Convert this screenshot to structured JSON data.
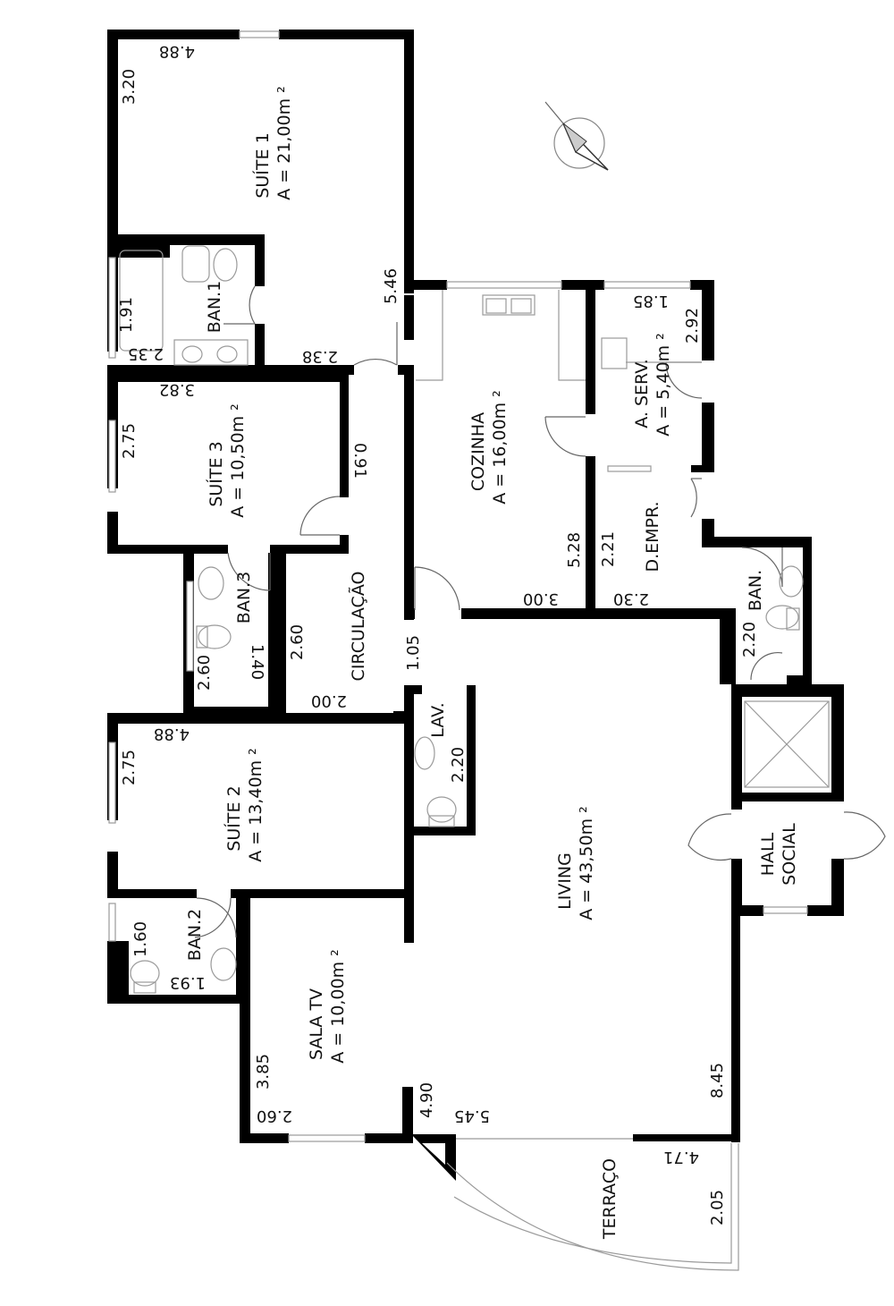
{
  "rooms": {
    "suite1": {
      "name": "SUÍTE 1",
      "area": "A = 21,00m ²"
    },
    "ban1": {
      "name": "BAN.1"
    },
    "suite3": {
      "name": "SUÍTE 3",
      "area": "A = 10,50m ²"
    },
    "ban3": {
      "name": "BAN.3"
    },
    "circulacao": {
      "name": "CIRCULAÇÃO"
    },
    "suite2": {
      "name": "SUÍTE 2",
      "area": "A = 13,40m ²"
    },
    "ban2": {
      "name": "BAN.2"
    },
    "sala_tv": {
      "name": "SALA TV",
      "area": "A = 10,00m ²"
    },
    "cozinha": {
      "name": "COZINHA",
      "area": "A = 16,00m ²"
    },
    "a_serv": {
      "name": "A. SERV.",
      "area": "A = 5,40m ²"
    },
    "d_empr": {
      "name": "D.EMPR."
    },
    "ban": {
      "name": "BAN."
    },
    "lav": {
      "name": "LAV."
    },
    "living": {
      "name": "LIVING",
      "area": "A = 43,50m ²"
    },
    "hall_social": {
      "name1": "HALL",
      "name2": "SOCIAL"
    },
    "terraco": {
      "name": "TERRAÇO"
    }
  },
  "dimensions": {
    "suite1_w": "4.88",
    "suite1_d": "3.20",
    "living_span": "5.46",
    "ban1_d": "1.91",
    "ban1_w": "2.35",
    "circ_top": "2.38",
    "suite3_w": "3.82",
    "suite3_d": "2.75",
    "circ_w": "0.91",
    "ban3_w": "1.40",
    "ban3_d": "2.60",
    "circ_d": "2.60",
    "circ_bottom": "2.00",
    "suite2_w": "4.88",
    "suite2_d": "2.75",
    "ban2_d": "1.60",
    "ban2_w": "1.93",
    "sala_tv_d": "3.85",
    "sala_tv_w": "2.60",
    "living_left": "4.90",
    "living_bottom": "5.45",
    "living_right": "8.45",
    "living_door": "1.05",
    "lav_w": "2.20",
    "cozinha_d": "5.28",
    "cozinha_w": "3.00",
    "a_serv_w": "1.85",
    "a_serv_d": "2.92",
    "d_empr_d": "2.21",
    "d_empr_w": "2.30",
    "ban_d": "2.20",
    "terraco_w": "4.71",
    "terraco_d": "2.05"
  }
}
